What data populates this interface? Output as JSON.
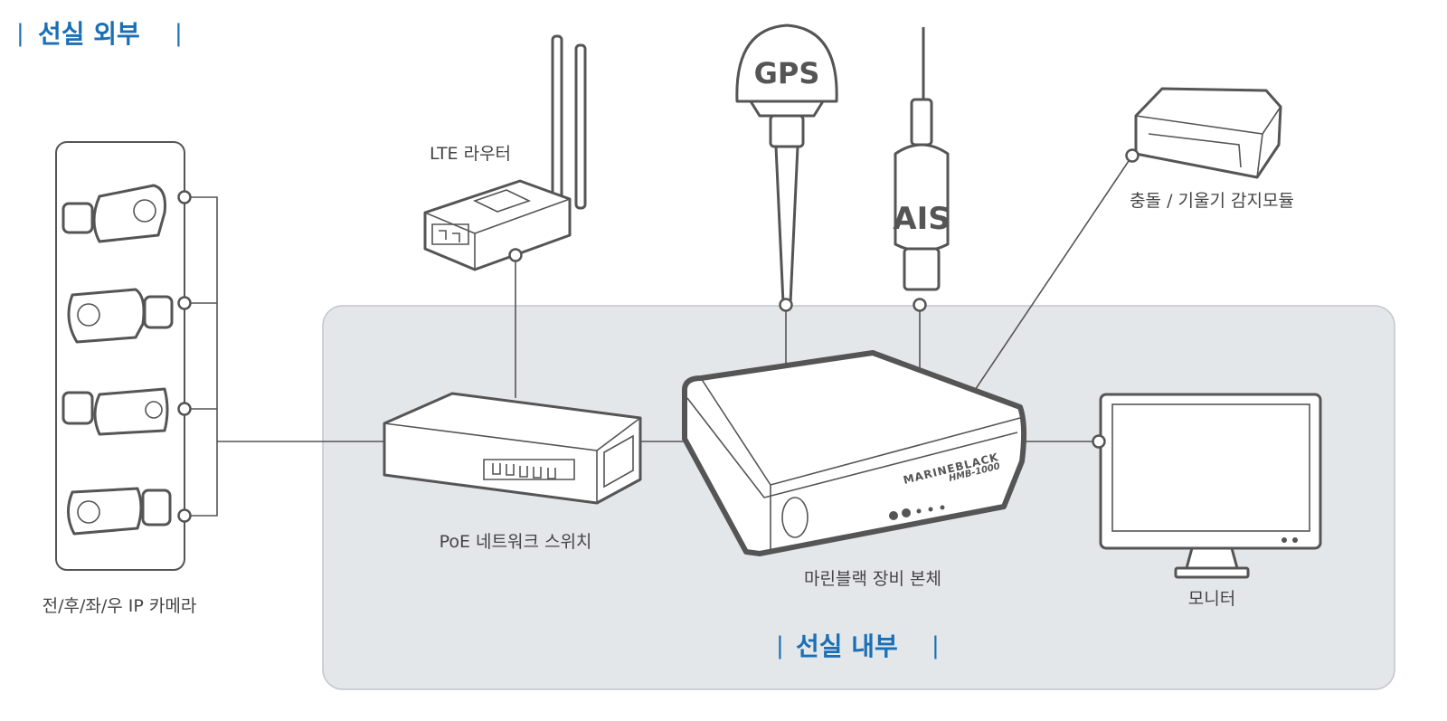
{
  "outside_title": {
    "bar_left": "|",
    "text": "선실 외부",
    "bar_right": "|"
  },
  "inside_title": {
    "bar_left": "|",
    "text": "선실 내부",
    "bar_right": "|"
  },
  "labels": {
    "cameras": "전/후/좌/우 IP 카메라",
    "router": "LTE 라우터",
    "switch": "PoE 네트워크 스위치",
    "main_unit": "마린블랙 장비 본체",
    "sensor": "충돌 / 기울기 감지모듈",
    "monitor": "모니터"
  },
  "device_text": {
    "gps": "GPS",
    "ais": "AIS",
    "brand": "MARINEBLACK",
    "model": "HMB-1000"
  },
  "colors": {
    "accent": "#1a6fb5",
    "inside_bg": "#e4e7ea",
    "line": "#555555"
  }
}
